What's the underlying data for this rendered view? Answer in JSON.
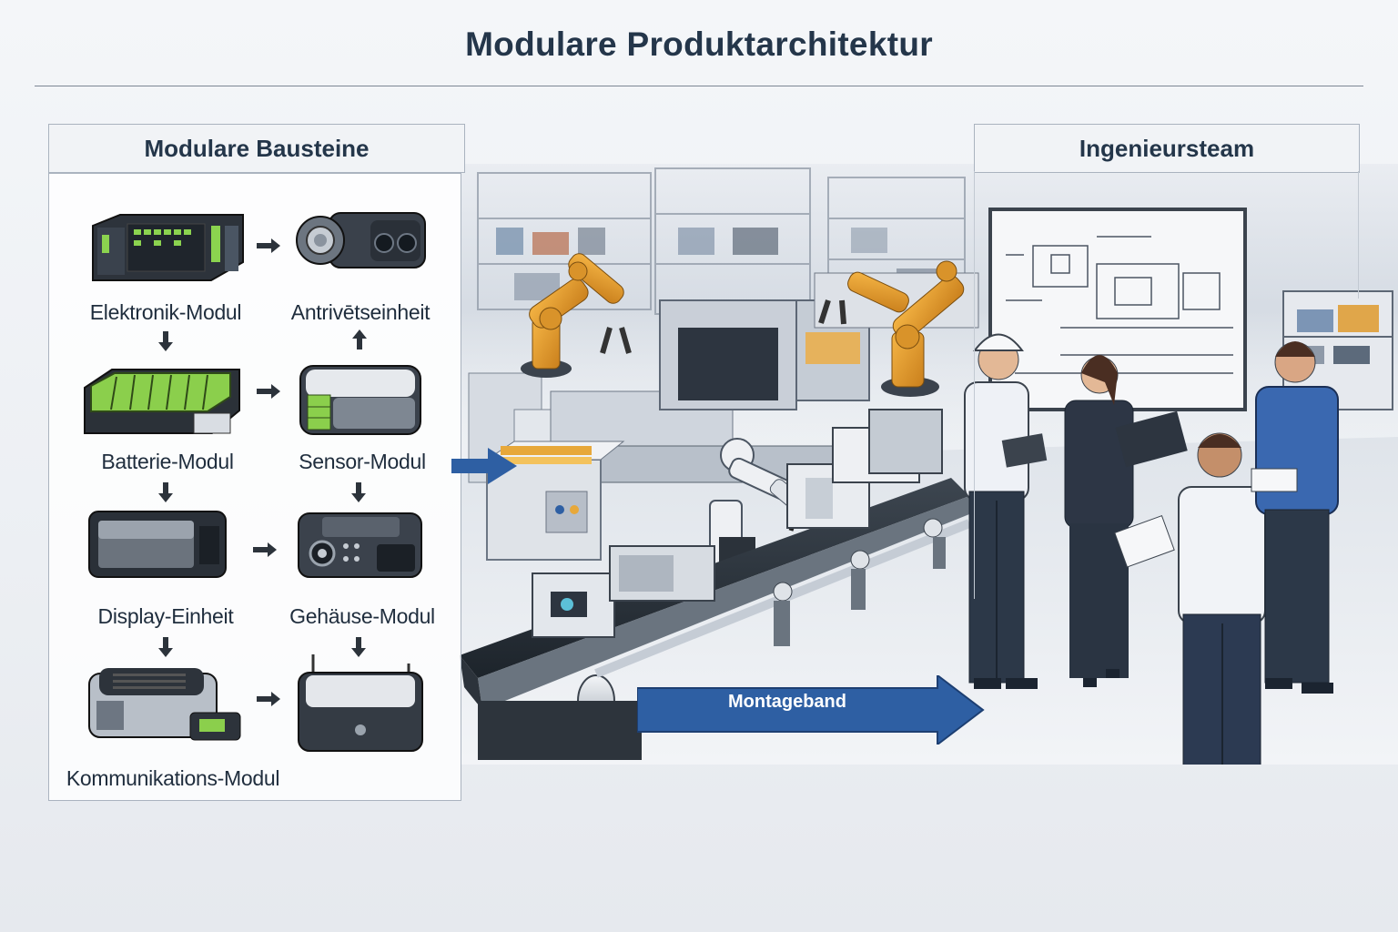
{
  "title": "Modulare Produktarchitektur",
  "left_panel": {
    "heading": "Modulare Bausteine",
    "modules": [
      {
        "label": "Elektronik-Modul",
        "icon": "electronics-module-icon"
      },
      {
        "label": "Antrivētseinheit",
        "icon": "drive-unit-icon"
      },
      {
        "label": "Batterie-Modul",
        "icon": "battery-module-icon"
      },
      {
        "label": "Sensor-Modul",
        "icon": "sensor-module-icon"
      },
      {
        "label": "Display-Einheit",
        "icon": "display-unit-icon"
      },
      {
        "label": "Gehäuse-Modul",
        "icon": "housing-module-icon"
      },
      {
        "label": "Kommunikations-Modul",
        "icon": "communication-module-icon"
      }
    ]
  },
  "right_panel": {
    "heading": "Ingenieursteam"
  },
  "conveyor": {
    "label": "Montageband"
  },
  "colors": {
    "title": "#24364a",
    "accent_blue": "#2e5fa3",
    "robot_orange": "#e9a030",
    "module_green": "#7cc04a"
  }
}
